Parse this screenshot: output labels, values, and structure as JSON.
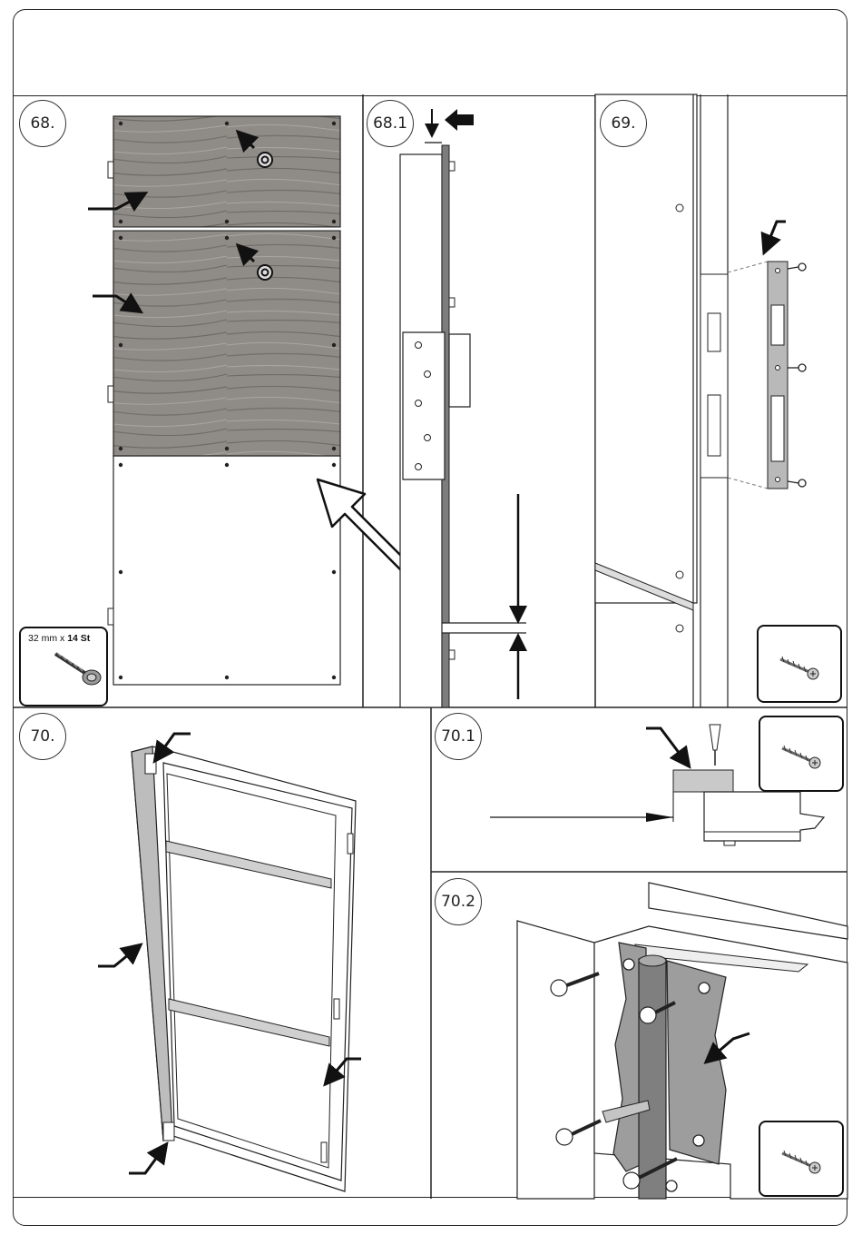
{
  "steps": {
    "s68": "68.",
    "s68_1": "68.1",
    "s69": "69.",
    "s70": "70.",
    "s70_1": "70.1",
    "s70_2": "70.2"
  },
  "fastener": {
    "size": "32 mm x",
    "qty": "14 St"
  },
  "icons": [
    "screw-icon",
    "arrow-icon",
    "screw-hole-icon"
  ]
}
